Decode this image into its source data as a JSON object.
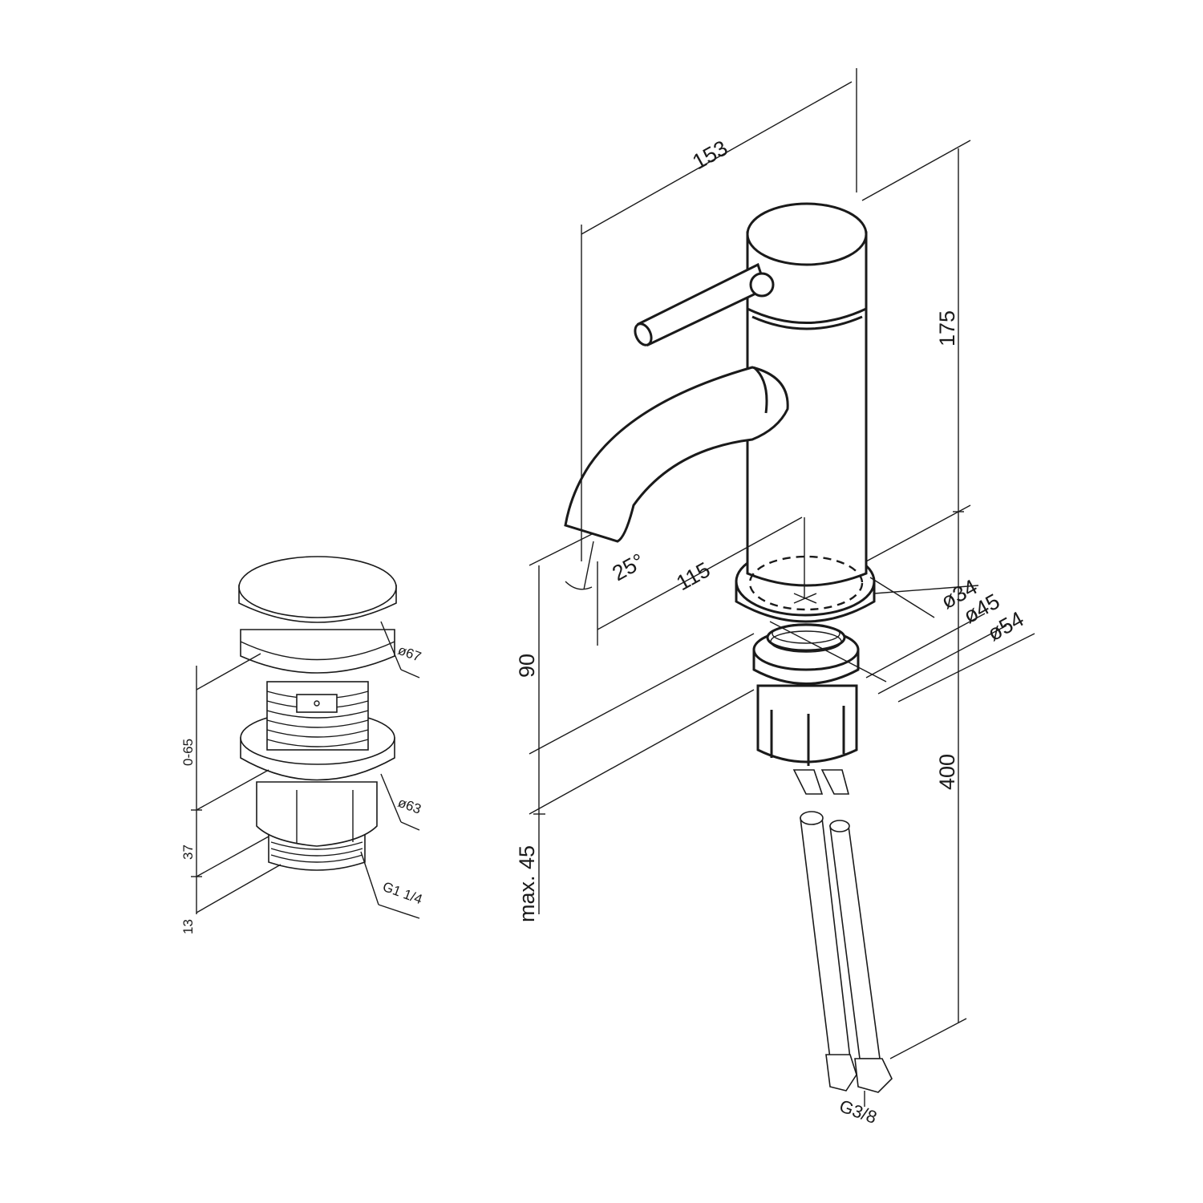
{
  "faucet": {
    "dims": {
      "total_length": "153",
      "height": "175",
      "spout_reach": "115",
      "spout_angle": "25°",
      "spout_height": "90",
      "max_deck_thickness": "max. 45",
      "dia_34": "ø34",
      "dia_45": "ø45",
      "dia_54": "ø54",
      "hose_length": "400",
      "hose_thread": "G3/8"
    }
  },
  "drain": {
    "dims": {
      "cap_dia": "ø67",
      "stroke": "0-65",
      "flange_dia": "ø63",
      "body_len": "37",
      "thread_len": "13",
      "thread": "G1 1/4"
    }
  },
  "colors": {
    "line": "#1a1a1a",
    "background": "#ffffff"
  }
}
